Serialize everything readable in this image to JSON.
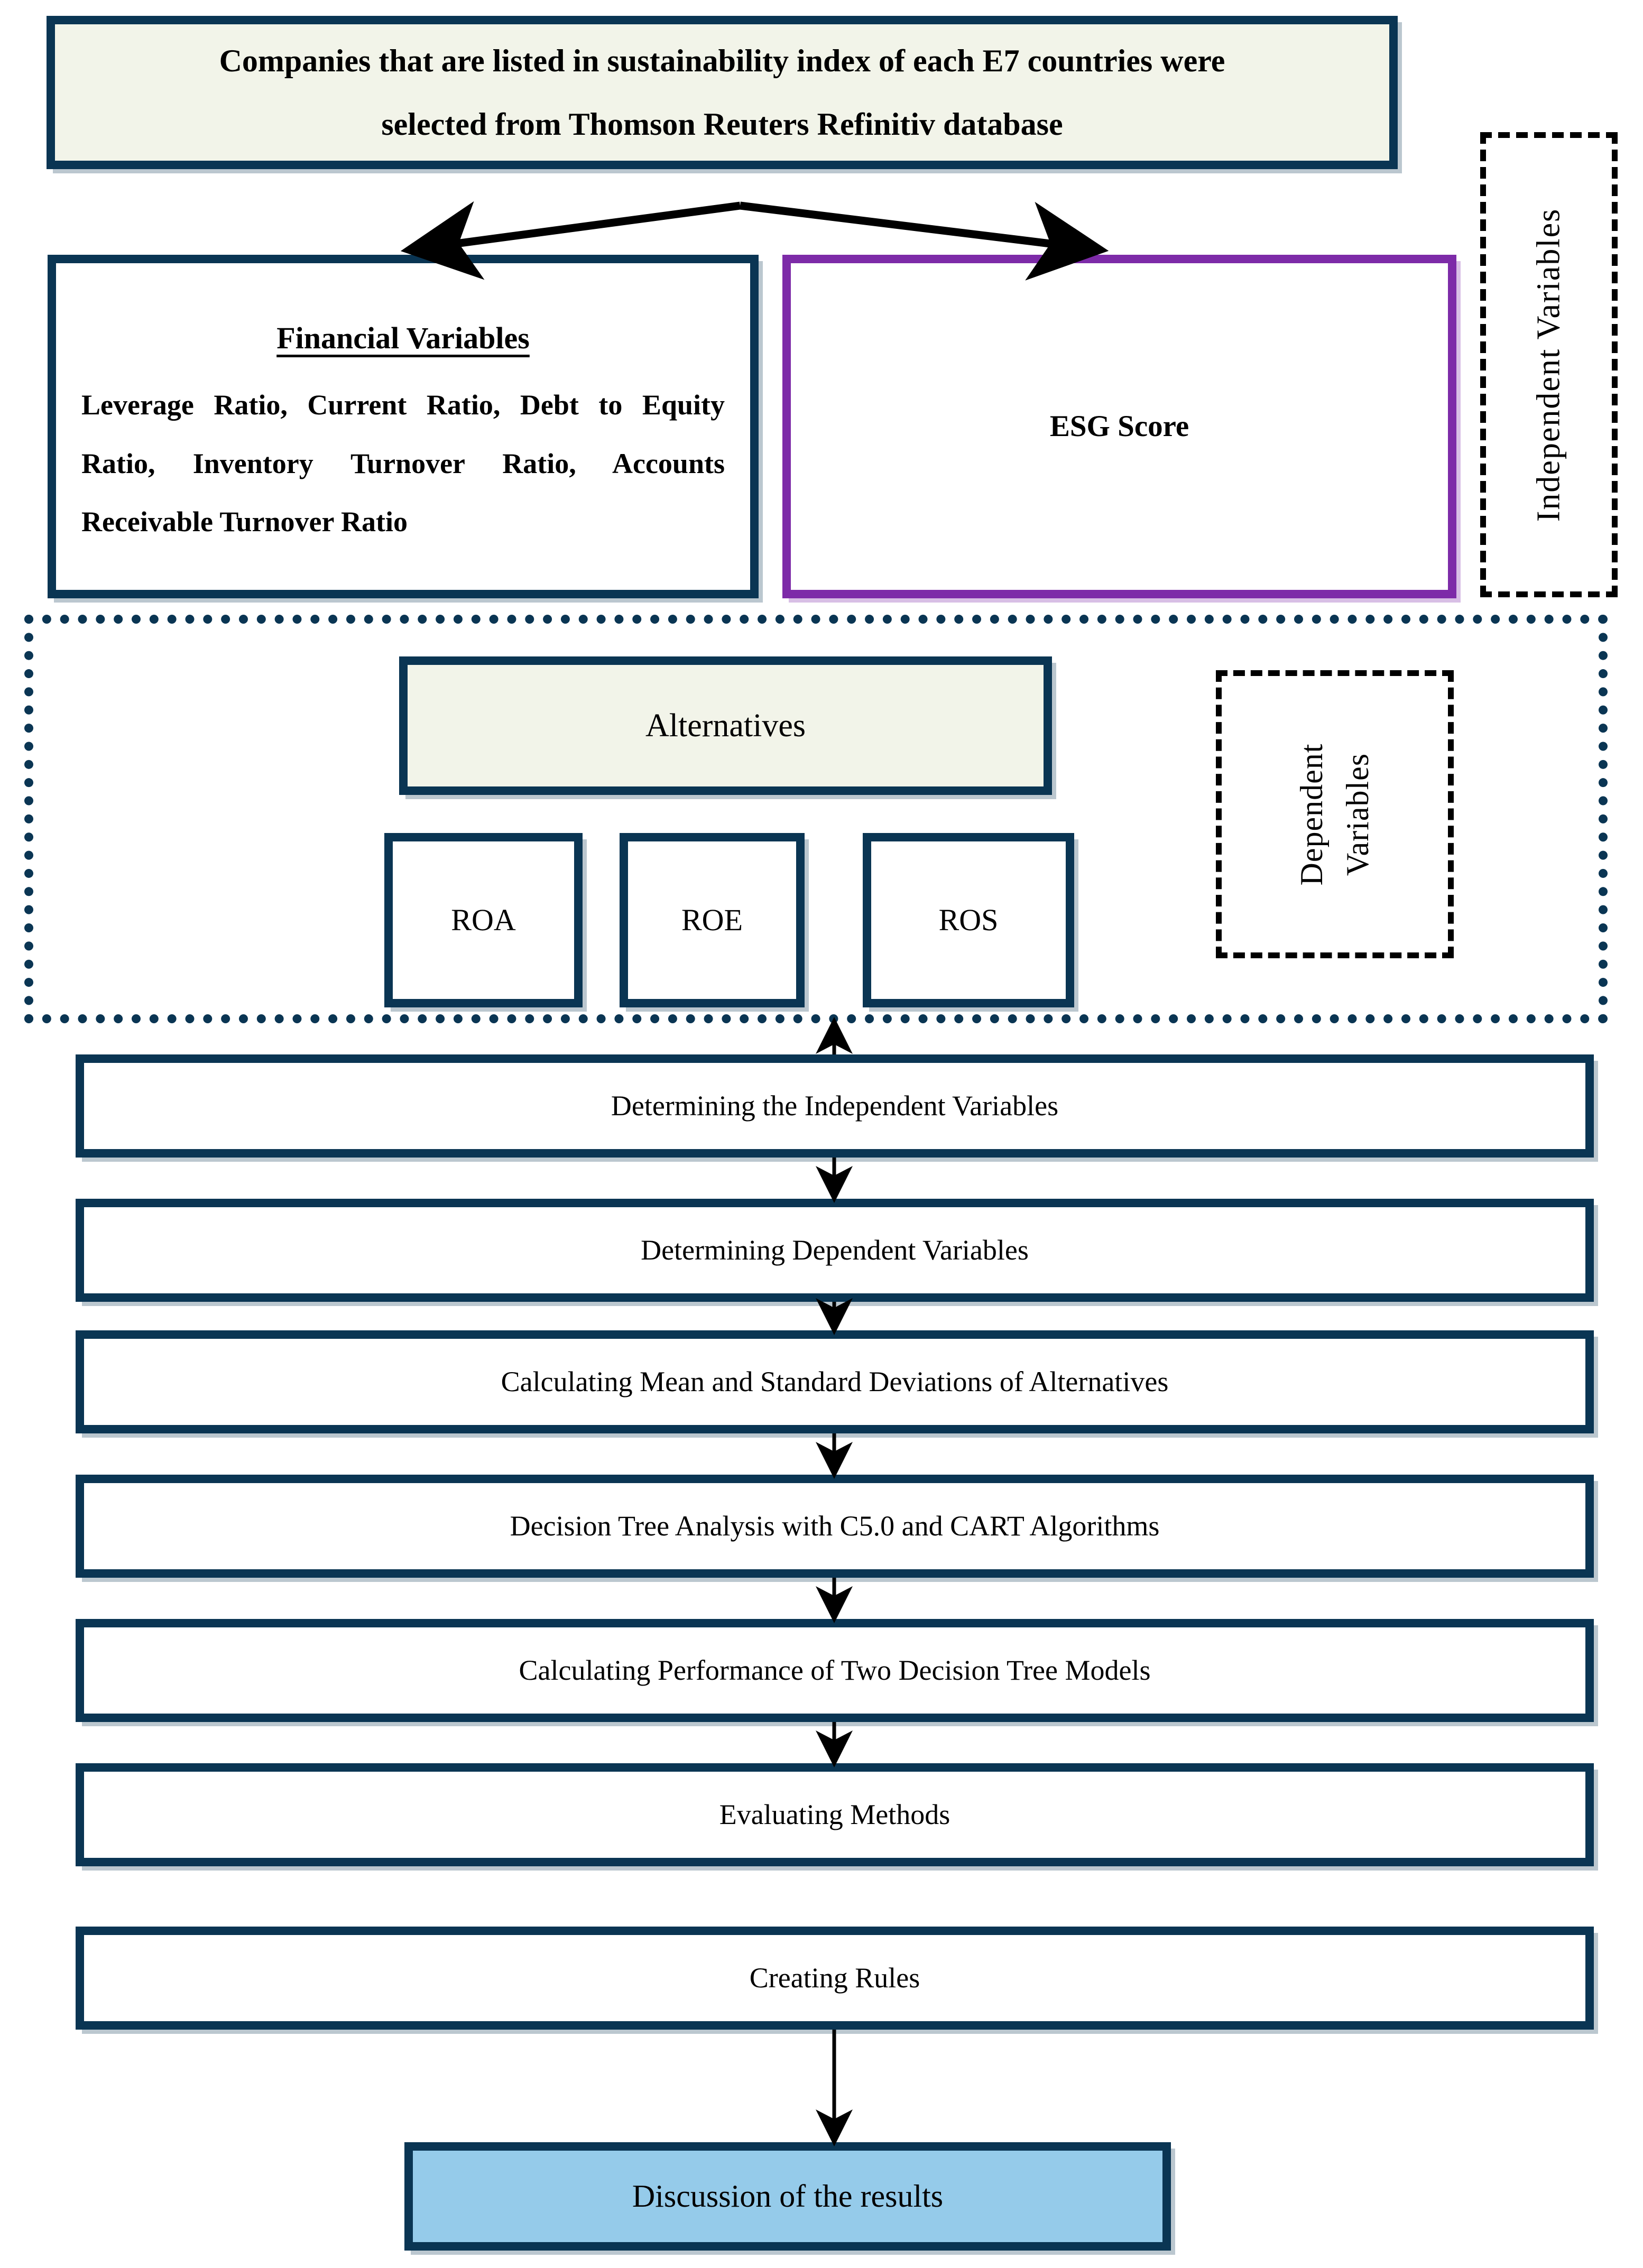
{
  "diagram": {
    "title": "Research methodology flowchart",
    "colors": {
      "navy": "#0A3553",
      "purple": "#7D2BA8",
      "light_blue": "#95CBEA",
      "cream": "#F2F4E9",
      "annotation": "#000000"
    }
  },
  "source_box": {
    "line1": "Companies that are listed in sustainability index of each E7 countries were",
    "line2": "selected from Thomson Reuters Refinitiv database"
  },
  "financial_variables": {
    "title": "Financial Variables",
    "body": "Leverage Ratio, Current Ratio, Debt to Equity Ratio, Inventory Turnover Ratio, Accounts Receivable Turnover Ratio"
  },
  "esg_box": {
    "label": "ESG Score"
  },
  "annotations": {
    "independent": "Independent Variables",
    "dependent_line1": "Dependent",
    "dependent_line2": "Variables"
  },
  "alternatives": {
    "label": "Alternatives",
    "items": [
      {
        "label": "ROA"
      },
      {
        "label": "ROE"
      },
      {
        "label": "ROS"
      }
    ]
  },
  "process_steps": [
    {
      "label": "Determining the Independent Variables"
    },
    {
      "label": "Determining Dependent Variables"
    },
    {
      "label": "Calculating Mean and Standard Deviations of Alternatives"
    },
    {
      "label": "Decision Tree Analysis with C5.0 and CART Algorithms"
    },
    {
      "label": "Calculating Performance of Two Decision Tree Models"
    },
    {
      "label": "Evaluating Methods"
    },
    {
      "label": "Creating Rules"
    }
  ],
  "result_box": {
    "label": "Discussion of the results"
  }
}
